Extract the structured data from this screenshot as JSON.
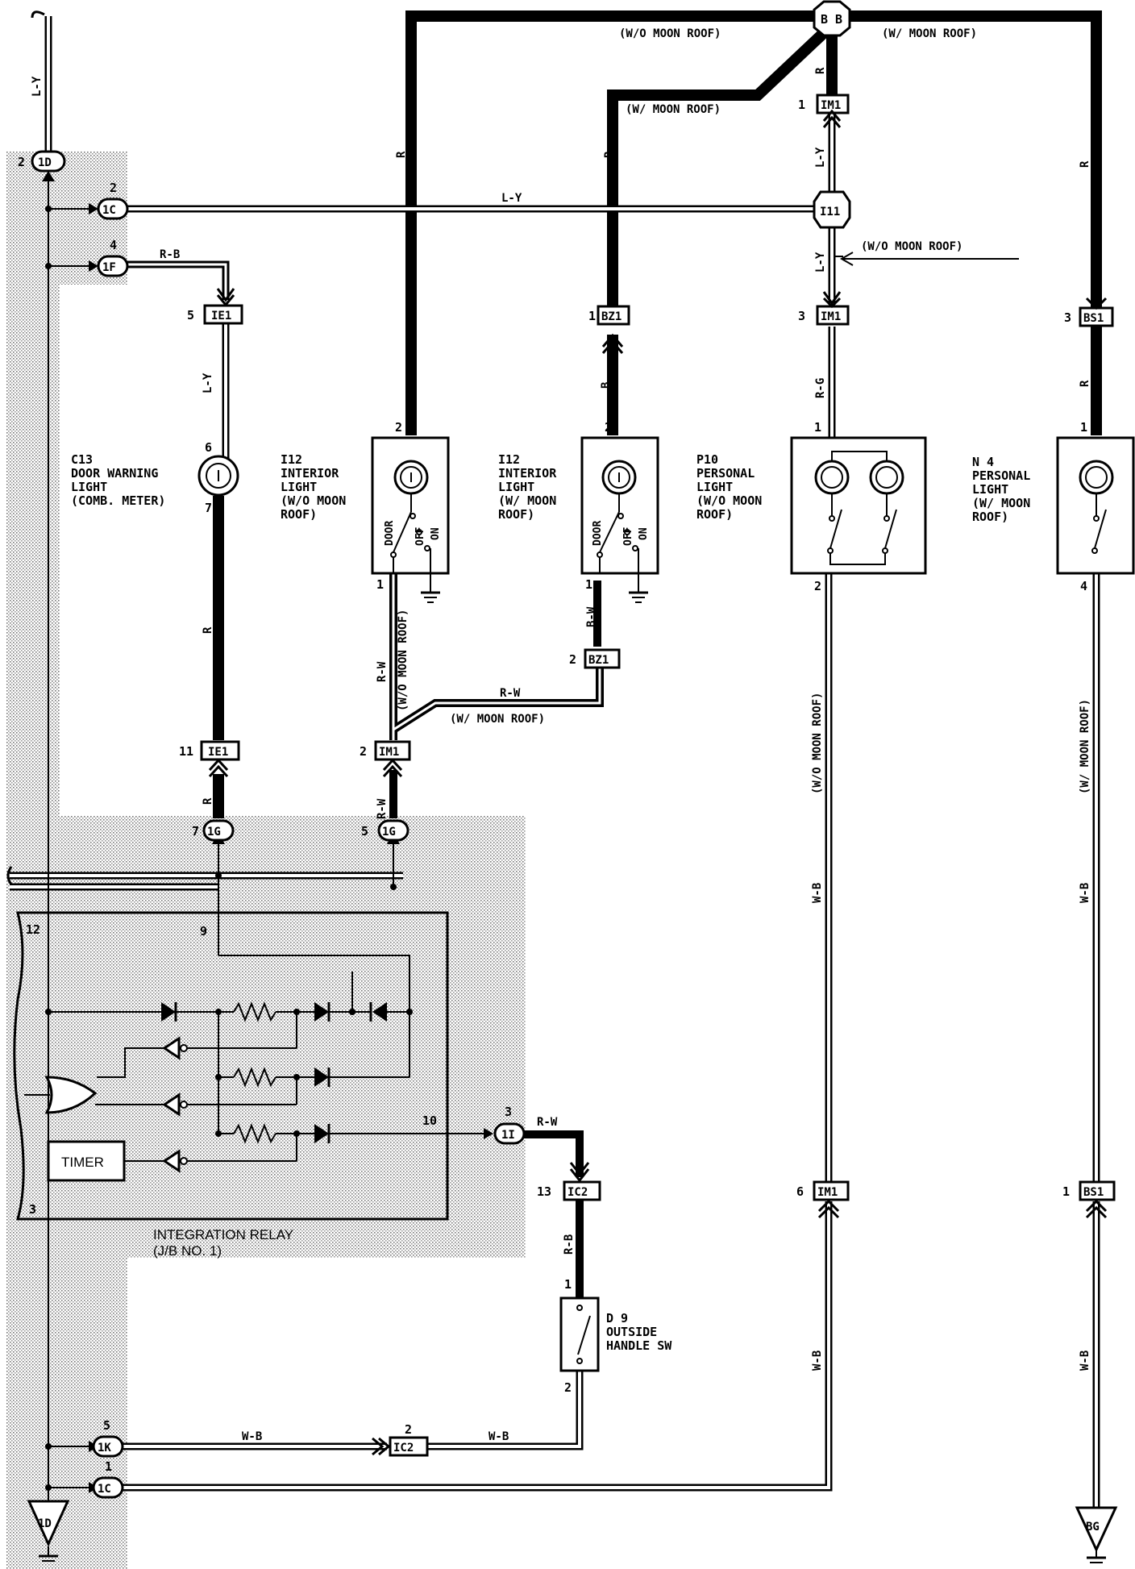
{
  "wire_colors": {
    "l_y": "L-Y",
    "r": "R",
    "r_b": "R-B",
    "r_w": "R-W",
    "b": "B",
    "b_w": "B-W",
    "r_g": "R-G",
    "w_b": "W-B"
  },
  "notes": {
    "wo_moon_roof": "(W/O MOON ROOF)",
    "w_moon_roof": "(W/ MOON ROOF)"
  },
  "connectors": {
    "bb": "B B",
    "im1": "IM1",
    "i11": "I11",
    "bz1": "BZ1",
    "bs1": "BS1",
    "ie1": "IE1",
    "ic2": "IC2",
    "c1d": "1D",
    "c1c": "1C",
    "c1f": "1F",
    "c1g": "1G",
    "c1i": "1I",
    "c1k": "1K",
    "bg": "BG"
  },
  "pins": {
    "p2": "2",
    "p4": "4",
    "p5": "5",
    "p1": "1",
    "p3": "3",
    "p6": "6",
    "p7": "7",
    "p11": "11",
    "p12": "12",
    "p9": "9",
    "p10": "10",
    "p13": "13"
  },
  "components": {
    "c13": {
      "code": "C13",
      "name": "DOOR WARNING",
      "line2": "LIGHT",
      "line3": "(COMB. METER)"
    },
    "i12a": {
      "code": "I12",
      "name": "INTERIOR",
      "line2": "LIGHT",
      "line3": "(W/O MOON",
      "line4": "ROOF)"
    },
    "i12b": {
      "code": "I12",
      "name": "INTERIOR",
      "line2": "LIGHT",
      "line3": "(W/ MOON",
      "line4": "ROOF)"
    },
    "p10": {
      "code": "P10",
      "name": "PERSONAL",
      "line2": "LIGHT",
      "line3": "(W/O MOON",
      "line4": "ROOF)"
    },
    "n4": {
      "code": "N 4",
      "name": "PERSONAL",
      "line2": "LIGHT",
      "line3": "(W/ MOON",
      "line4": "ROOF)"
    },
    "d9": {
      "code": "D 9",
      "name": "OUTSIDE",
      "line2": "HANDLE SW"
    }
  },
  "switch_labels": {
    "door": "DOOR",
    "off": "OFF",
    "on": "ON"
  },
  "relay": {
    "timer": "TIMER",
    "name": "INTEGRATION RELAY",
    "jb": "(J/B NO. 1)"
  }
}
